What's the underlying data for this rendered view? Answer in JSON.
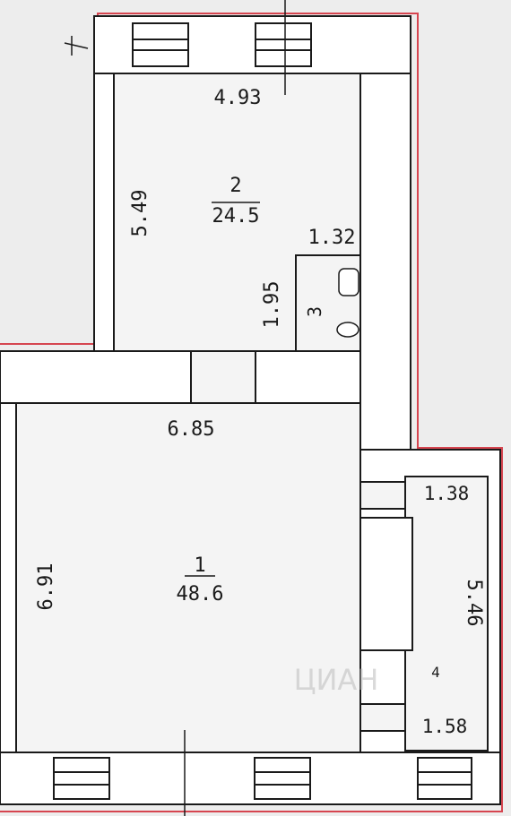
{
  "colors": {
    "background": "#ededed",
    "wall": "#ffffff",
    "wall_outline": "#1a1a1a",
    "boundary": "#d64550",
    "watermark": "#b5b5b5"
  },
  "rooms": [
    {
      "number": "1",
      "area": "48.6",
      "dims": {
        "top": "6.85",
        "side": "6.91"
      }
    },
    {
      "number": "2",
      "area": "24.5",
      "dims": {
        "top": "4.93",
        "side": "5.49",
        "extra": "1.32"
      }
    },
    {
      "number": "3",
      "dims": {
        "side": "1.95"
      }
    },
    {
      "number": "4",
      "dims": {
        "top": "1.38",
        "side": "5.46",
        "bottom": "1.58"
      }
    }
  ],
  "watermark": {
    "text": "ЦИАН"
  }
}
